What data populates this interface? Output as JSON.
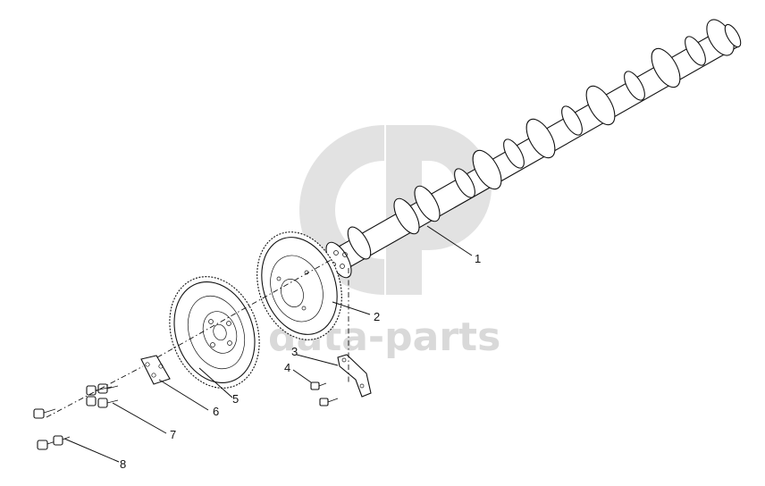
{
  "watermark": {
    "text": "data-parts",
    "logo_icon": "dp-logo-icon"
  },
  "callouts": [
    {
      "id": 1,
      "label": "1"
    },
    {
      "id": 2,
      "label": "2"
    },
    {
      "id": 3,
      "label": "3"
    },
    {
      "id": 4,
      "label": "4"
    },
    {
      "id": 5,
      "label": "5"
    },
    {
      "id": 6,
      "label": "6"
    },
    {
      "id": 7,
      "label": "7"
    },
    {
      "id": 8,
      "label": "8"
    }
  ],
  "colors": {
    "line": "#111111",
    "watermark": "#d9d9d9",
    "background": "#ffffff"
  }
}
